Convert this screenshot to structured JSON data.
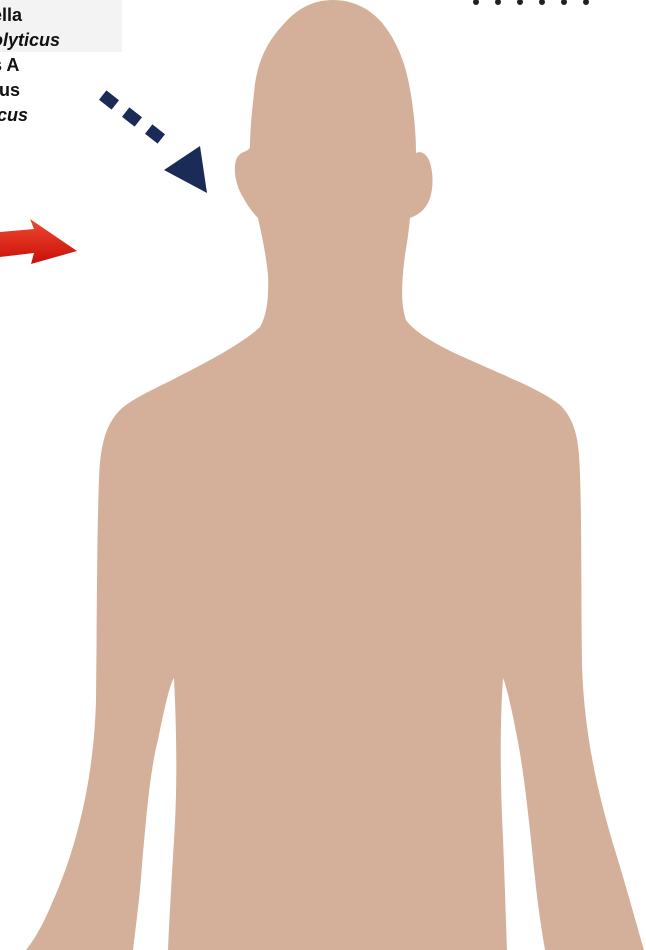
{
  "organisms": [
    {
      "text": "ella",
      "italic": false
    },
    {
      "text": "olyticus",
      "italic": true
    },
    {
      "text": "s A",
      "italic": false
    },
    {
      "text": "rus",
      "italic": false
    },
    {
      "text": "icus",
      "italic": true
    }
  ],
  "colors": {
    "body": "#d4b09b",
    "dashed_arrow": "#1b2b58",
    "solid_arrow": "#e31a12",
    "label_panel": "#f3f3f3",
    "text": "#111111"
  },
  "icons": {
    "dashed_arrow": "dashed-arrow-icon",
    "solid_arrow": "red-arrow-icon",
    "figure": "human-silhouette"
  }
}
